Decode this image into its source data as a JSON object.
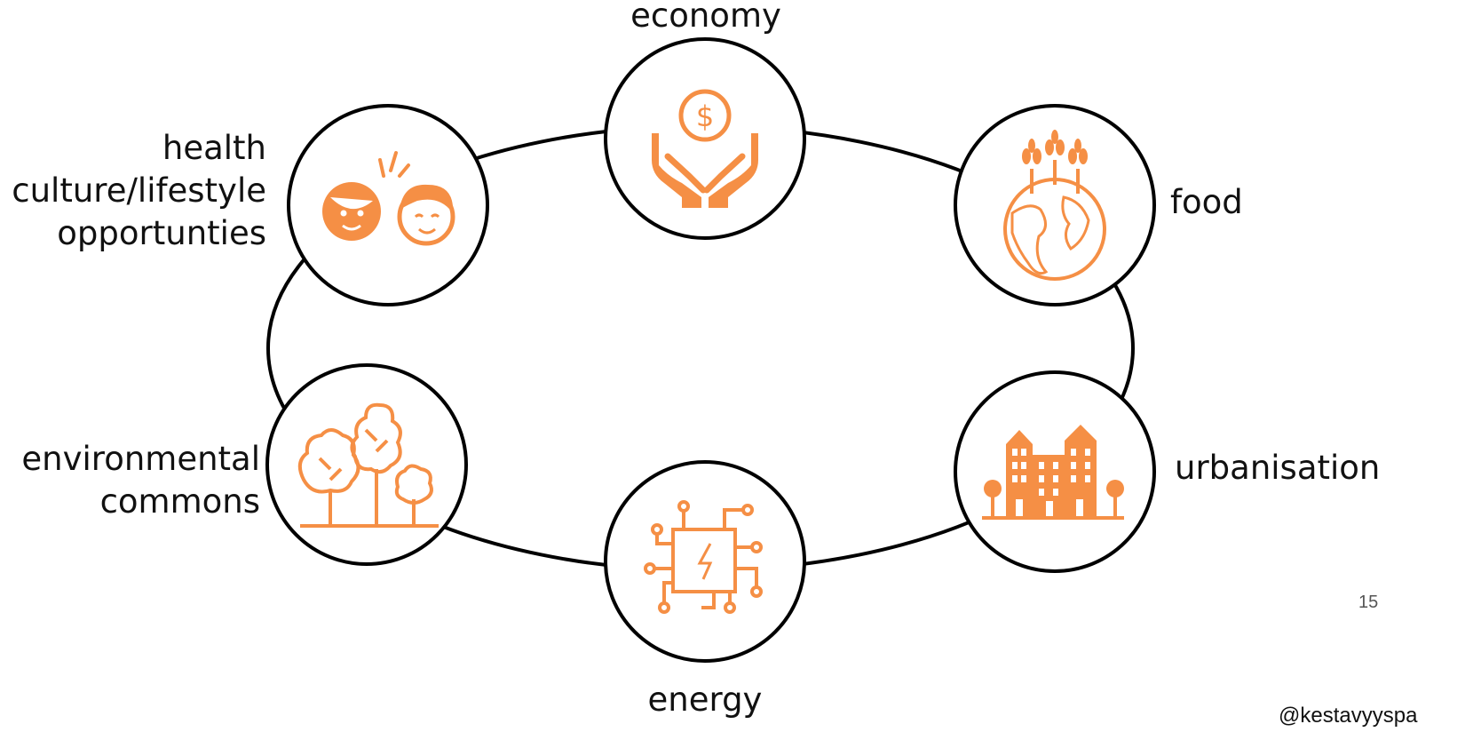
{
  "accent_color": "#f58f45",
  "outline_color": "#000000",
  "nodes": [
    {
      "id": "economy",
      "icon": "money-hands-icon",
      "lines": [
        "economy"
      ]
    },
    {
      "id": "food",
      "icon": "globe-wheat-icon",
      "lines": [
        "food"
      ]
    },
    {
      "id": "urbanisation",
      "icon": "city-buildings-icon",
      "lines": [
        "urbanisation"
      ]
    },
    {
      "id": "energy",
      "icon": "circuit-chip-icon",
      "lines": [
        "energy"
      ]
    },
    {
      "id": "environmental-commons",
      "icon": "trees-icon",
      "lines": [
        "environmental",
        "commons"
      ]
    },
    {
      "id": "health",
      "icon": "smiling-faces-icon",
      "lines": [
        "health",
        "culture/lifestyle",
        "opportunties"
      ]
    }
  ],
  "page_number": "15",
  "footer": {
    "handle": "@kestavyyspa"
  }
}
